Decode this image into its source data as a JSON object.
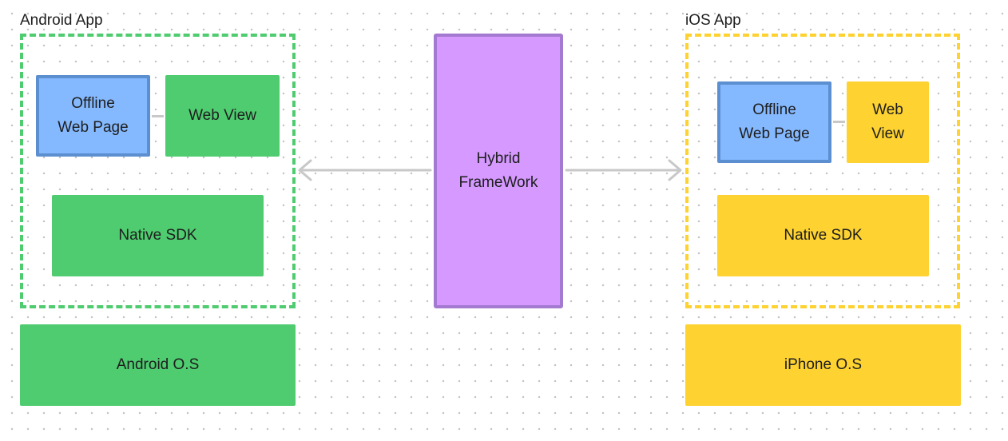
{
  "android": {
    "group_label": "Android App",
    "offline_page": "Offline\nWeb Page",
    "web_view": "Web View",
    "native_sdk": "Native SDK",
    "os": "Android O.S"
  },
  "hybrid": {
    "label": "Hybrid\nFrameWork"
  },
  "ios": {
    "group_label": "iOS App",
    "offline_page": "Offline\nWeb Page",
    "web_view": "Web\nView",
    "native_sdk": "Native SDK",
    "os": "iPhone O.S"
  },
  "colors": {
    "android_green": "#4ecc6f",
    "ios_yellow": "#fdd231",
    "offline_blue": "#85b9ff",
    "hybrid_purple": "#d599ff",
    "connector_gray": "#c8c8c8"
  }
}
